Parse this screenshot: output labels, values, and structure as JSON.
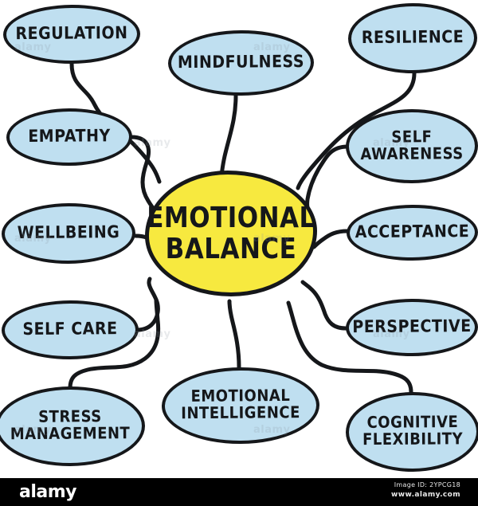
{
  "diagram": {
    "type": "mind-map",
    "title": "Emotional Balance mind map",
    "center": {
      "id": "emotional-balance",
      "label_line1": "EMOTIONAL",
      "label_line2": "BALANCE",
      "fill_color": "#F7E93F",
      "stroke_color": "#15171A"
    },
    "branch_style": {
      "fill_color": "#BFDFF0",
      "stroke_color": "#15171A",
      "connector_color": "#15171A"
    },
    "branches": [
      {
        "id": "regulation",
        "label": "REGULATION",
        "line1": "REGULATION",
        "line2": "",
        "position": "top-left"
      },
      {
        "id": "mindfulness",
        "label": "MINDFULNESS",
        "line1": "MINDFULNESS",
        "line2": "",
        "position": "top-center"
      },
      {
        "id": "resilience",
        "label": "RESILIENCE",
        "line1": "RESILIENCE",
        "line2": "",
        "position": "top-right"
      },
      {
        "id": "empathy",
        "label": "EMPATHY",
        "line1": "EMPATHY",
        "line2": "",
        "position": "left-upper"
      },
      {
        "id": "self-awareness",
        "label": "SELF AWARENESS",
        "line1": "SELF",
        "line2": "AWARENESS",
        "position": "right-upper"
      },
      {
        "id": "wellbeing",
        "label": "WELLBEING",
        "line1": "WELLBEING",
        "line2": "",
        "position": "left-middle"
      },
      {
        "id": "acceptance",
        "label": "ACCEPTANCE",
        "line1": "ACCEPTANCE",
        "line2": "",
        "position": "right-middle"
      },
      {
        "id": "self-care",
        "label": "SELF CARE",
        "line1": "SELF CARE",
        "line2": "",
        "position": "left-lower"
      },
      {
        "id": "perspective",
        "label": "PERSPECTIVE",
        "line1": "PERSPECTIVE",
        "line2": "",
        "position": "right-lower"
      },
      {
        "id": "stress-management",
        "label": "STRESS MANAGEMENT",
        "line1": "STRESS",
        "line2": "MANAGEMENT",
        "position": "bottom-left"
      },
      {
        "id": "emotional-intelligence",
        "label": "EMOTIONAL INTELLIGENCE",
        "line1": "EMOTIONAL",
        "line2": "INTELLIGENCE",
        "position": "bottom-center"
      },
      {
        "id": "cognitive-flexibility",
        "label": "COGNITIVE FLEXIBILITY",
        "line1": "COGNITIVE",
        "line2": "FLEXIBILITY",
        "position": "bottom-right"
      }
    ]
  },
  "watermark": {
    "text": "alamy"
  },
  "footer": {
    "logo": "alamy",
    "image_id": "Image ID: 2YPCG18",
    "url": "www.alamy.com",
    "background_color": "#000000"
  }
}
